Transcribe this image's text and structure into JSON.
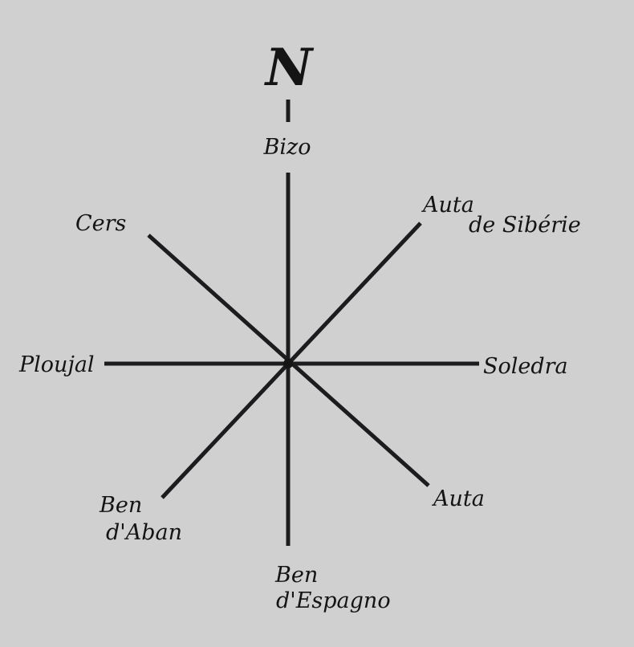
{
  "north_label": "N",
  "winds": {
    "bizo": "Bizo",
    "auta_siberie_1": "Auta",
    "auta_siberie_2": "de Sibérie",
    "soledra": "Soledra",
    "auta": "Auta",
    "ben_espagno_1": "Ben",
    "ben_espagno_2": "d'Espagno",
    "ben_aban_1": "Ben",
    "ben_aban_2": "d'Aban",
    "ploujal": "Ploujal",
    "cers": "Cers"
  },
  "colors": {
    "background": "#d0d0d0",
    "ink": "#141414"
  }
}
